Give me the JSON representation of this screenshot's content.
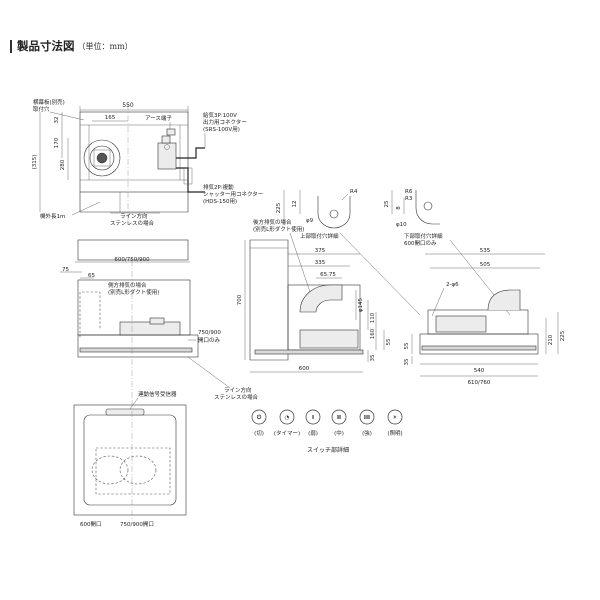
{
  "header": {
    "title": "製品寸法図",
    "unit": "（単位：mm）"
  },
  "top_view": {
    "w550": "550",
    "d165": "165",
    "d32": "32",
    "d170": "170",
    "d280": "280",
    "d315": "(315)",
    "lbl_plate1": "横幕板(別売)",
    "lbl_plate2": "取付穴",
    "lbl_earth": "アース端子",
    "lbl_power1": "給気3P:100V",
    "lbl_power2": "出力用コネクター",
    "lbl_power3": "(SRS-100V用)",
    "lbl_shutter1": "排気2P:複動",
    "lbl_shutter2": "シャッター用コネクター",
    "lbl_shutter3": "(HDS-150用)",
    "lbl_cord": "機外長1m",
    "lbl_line1": "ライン方向",
    "lbl_line2": "ステンレスの場合"
  },
  "front_view": {
    "d600_750_900": "600/750/900",
    "d75": "75",
    "d65": "65",
    "lbl_side1": "側方排気の場合",
    "lbl_side2": "(別売L形ダクト使用)",
    "d750_900a": "750/900",
    "d750_900b": "開口のみ",
    "lbl_line1": "ライン方向",
    "lbl_line2": "ステンレスの場合"
  },
  "side_view": {
    "lbl_rear1": "後方排気の場合",
    "lbl_rear2": "(別売L形ダクト使用)",
    "d375": "375",
    "d335": "335",
    "d65_75": "65.75",
    "d700": "700",
    "d600": "600",
    "d35": "35",
    "d55": "55",
    "d160": "160",
    "d110": "110",
    "dphi": "φ145"
  },
  "top_detail": {
    "r4": "R4",
    "d12": "12",
    "d225": "225",
    "phi": "φ9",
    "caption": "上部取付穴詳細"
  },
  "lower_detail": {
    "r6": "R6",
    "r3": "R3",
    "d25": "25",
    "d8": "8",
    "phi": "φ10",
    "caption1": "下部取付穴詳細",
    "caption2": "600開口のみ"
  },
  "right_view": {
    "d535": "535",
    "d505": "505",
    "d2phi6": "2-φ6",
    "d540": "540",
    "d610_760": "610/760",
    "d210": "210",
    "d225": "225",
    "d55": "55",
    "d35": "35"
  },
  "bottom_view": {
    "lbl_remote": "連動信号受信器",
    "lbl_600": "600開口",
    "lbl_750_900": "750/900開口"
  },
  "switches": {
    "caption": "スイッチ部詳細",
    "items": [
      {
        "symbol": "⏻",
        "label": "(切)"
      },
      {
        "symbol": "◔",
        "label": "(タイマー)"
      },
      {
        "symbol": "I",
        "label": "(弱)"
      },
      {
        "symbol": "II",
        "label": "(中)"
      },
      {
        "symbol": "III",
        "label": "(強)"
      },
      {
        "symbol": "☀",
        "label": "(照明)"
      }
    ]
  },
  "colors": {
    "line": "#333333",
    "fill_gray": "#d9d9d9",
    "background": "#ffffff"
  }
}
